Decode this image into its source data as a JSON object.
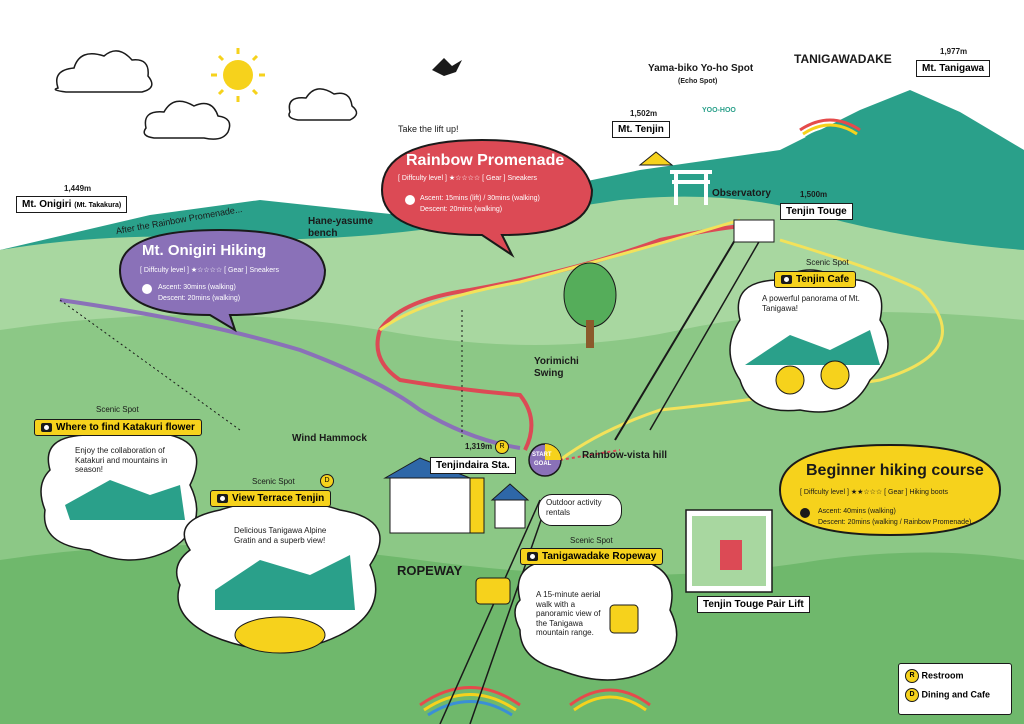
{
  "peaks": {
    "tanigawadake": "TANIGAWADAKE",
    "mt_tanigawa": "Mt. Tanigawa",
    "mt_tanigawa_elev": "1,977m",
    "mt_tenjin": "Mt. Tenjin",
    "mt_tenjin_elev": "1,502m",
    "tenjin_touge": "Tenjin Touge",
    "tenjin_touge_elev": "1,500m",
    "mt_onigiri": "Mt. Onigiri",
    "mt_onigiri_sub": "(Mt. Takakura)",
    "mt_onigiri_elev": "1,449m",
    "tenjindaira": "Tenjindaira Sta.",
    "tenjindaira_elev": "1,319m"
  },
  "echo_spot": {
    "title": "Yama-biko Yo-ho Spot",
    "sub": "(Echo Spot)",
    "shout": "YOO-HOO"
  },
  "rainbow_promenade": {
    "above": "Take the lift up!",
    "title": "Rainbow Promenade",
    "difficulty": "[ Diffculty level ] ★☆☆☆☆   [ Gear ] Sneakers",
    "ascent": "Ascent: 15mins (lift) / 30mins (walking)",
    "descent": "Descent: 20mins (walking)"
  },
  "onigiri_hiking": {
    "above": "After the Rainbow Promenade...",
    "title": "Mt. Onigiri Hiking",
    "difficulty": "[ Diffculty level ] ★☆☆☆☆   [ Gear ] Sneakers",
    "ascent": "Ascent: 30mins (walking)",
    "descent": "Descent: 20mins (walking)"
  },
  "beginner_course": {
    "title": "Beginner hiking course",
    "difficulty": "[ Diffculty level ] ★★☆☆☆   [ Gear ] Hiking boots",
    "ascent": "Ascent: 40mins (walking)",
    "descent": "Descent: 20mins (walking / Rainbow Promenade)"
  },
  "places": {
    "observatory": "Observatory",
    "hane_yasume": "Hane-yasume bench",
    "yorimichi": "Yorimichi Swing",
    "wind_hammock": "Wind Hammock",
    "rainbow_vista": "Rainbow-vista hill",
    "outdoor": "Outdoor activity rentals",
    "ropeway": "ROPEWAY",
    "pair_lift": "Tenjin Touge Pair Lift",
    "start": "START",
    "goal": "GOAL"
  },
  "scenic": {
    "label": "Scenic Spot",
    "tenjin_cafe": "Tenjin Cafe",
    "tenjin_cafe_text": "A powerful panorama of Mt. Tanigawa!",
    "katakuri": "Where to find Katakuri flower",
    "katakuri_text": "Enjoy the collaboration of Katakuri and mountains in season!",
    "terrace": "View Terrace Tenjin",
    "terrace_text": "Delicious Tanigawa Alpine Gratin and a superb view!",
    "ropeway": "Tanigawadake Ropeway",
    "ropeway_text": "A 15-minute aerial walk with a panoramic view of the Tanigawa mountain range."
  },
  "legend": {
    "restroom": "Restroom",
    "dining": "Dining and Cafe"
  },
  "colors": {
    "grass": "#8cc886",
    "mountain": "#2aa08a",
    "rainbow_red": "#dc4a55",
    "onigiri_purple": "#8a71b8",
    "beginner_yellow": "#f6d21c",
    "path_yellow": "#f3e25a"
  }
}
